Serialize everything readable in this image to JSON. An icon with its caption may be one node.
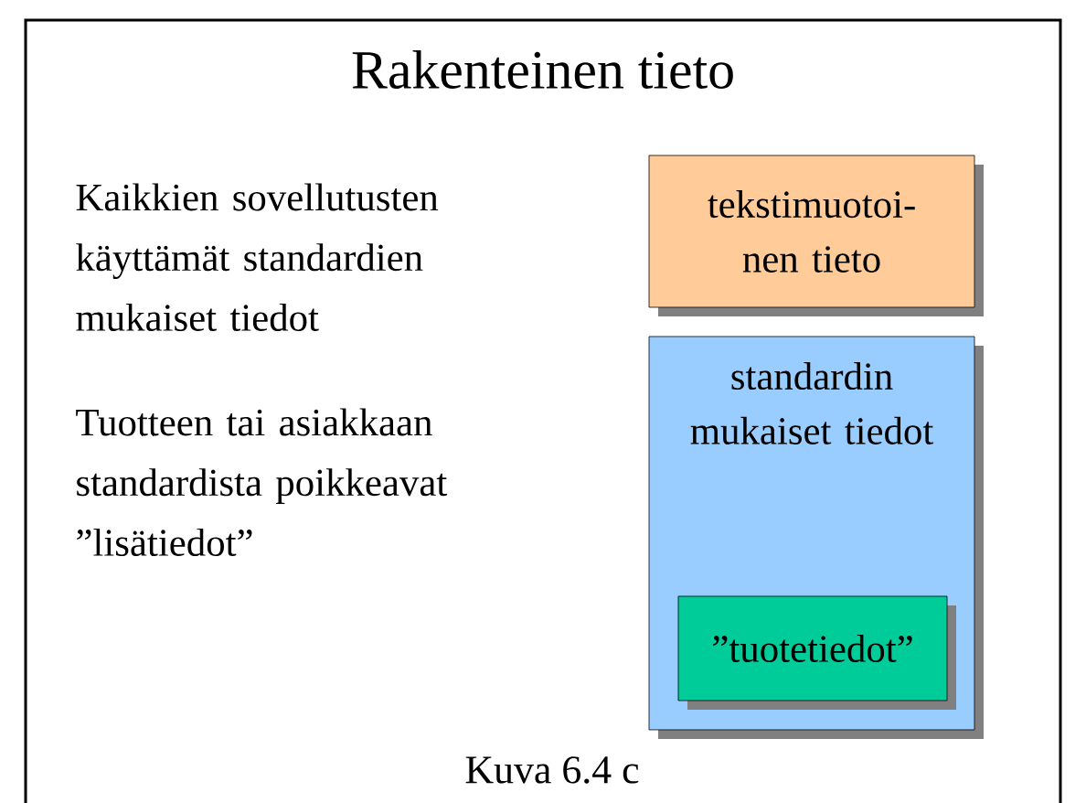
{
  "diagram": {
    "title": "Rakenteinen tieto",
    "caption": "Kuva 6.4 c",
    "nodes": [
      {
        "text": [
          "tekstimuotoi-nen tieto"
        ]
      },
      {
        "text": [
          "standardin mukaiset tiedot"
        ]
      },
      {
        "text": [
          "”tuotetiedot”"
        ],
        "in": 1
      }
    ],
    "labels": [
      "Kaikkien sovellutusten käyttämät standardien mukaiset tiedot",
      "Tuotteen tai asiakkaan standardista poikkeavat ”lisätiedot”"
    ]
  }
}
